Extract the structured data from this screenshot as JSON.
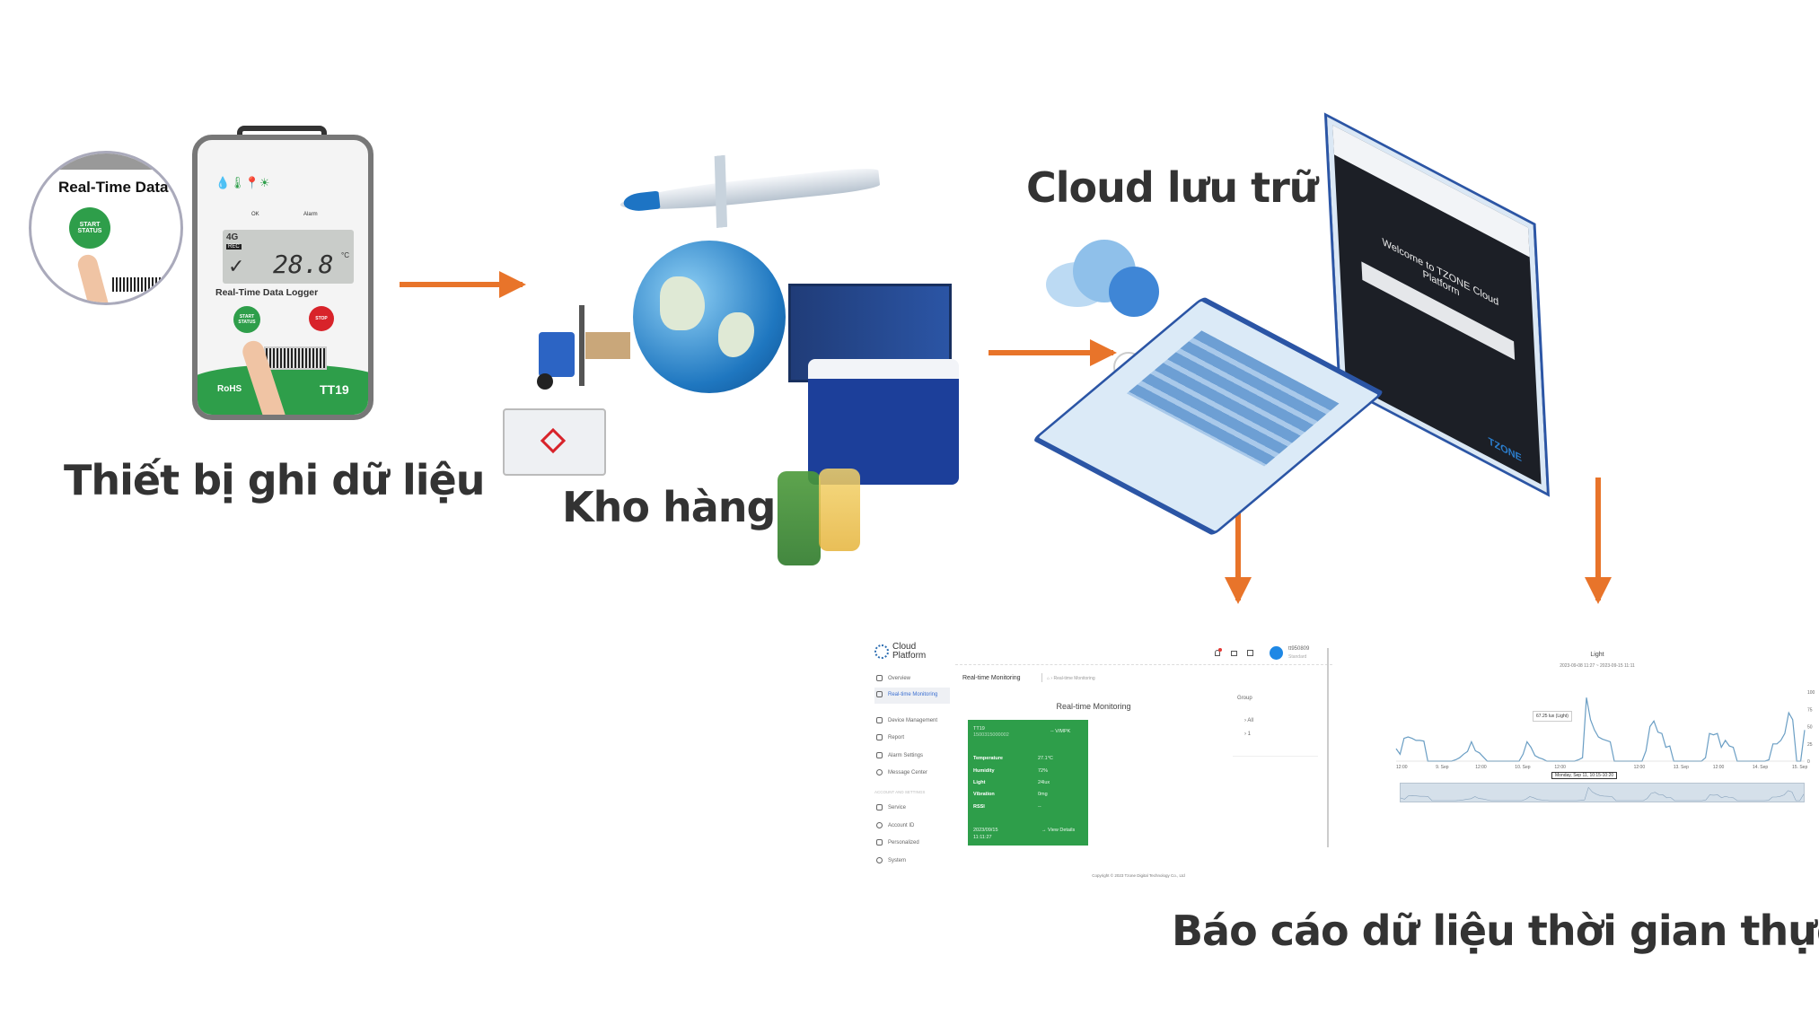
{
  "labels": {
    "device": "Thiết bị ghi dữ liệu",
    "warehouse": "Kho hàng",
    "cloud": "Cloud lưu trữ",
    "report": "Báo cáo dữ liệu thời gian thực"
  },
  "colors": {
    "arrow": "#e8742a",
    "green": "#2e9e4a",
    "series": "#6a9ec4"
  },
  "logger": {
    "bubble_text": "Real-Time Data",
    "start": "START STATUS",
    "ok": "OK",
    "alarm": "Alarm",
    "network": "4G",
    "rec": "REC",
    "temperature": "28.8",
    "unit": "°C",
    "name": "Real-Time Data Logger",
    "stop": "STOP",
    "rohs": "RoHS",
    "model": "TT19"
  },
  "laptop": {
    "welcome": "Welcome to TZONE Cloud Platform",
    "brand": "TZONE"
  },
  "dashboard": {
    "logo": "Cloud Platform",
    "user": "tt950809",
    "user_role": "Standard",
    "page_title": "Real-time Monitoring",
    "breadcrumb": "Real-time Monitoring",
    "main_title": "Real-time Monitoring",
    "section_label": "ACCOUNT AND SETTINGS",
    "sidebar": [
      {
        "label": "Overview"
      },
      {
        "label": "Real-time Monitoring"
      },
      {
        "label": "Device Management"
      },
      {
        "label": "Report"
      },
      {
        "label": "Alarm Settings"
      },
      {
        "label": "Message Center"
      },
      {
        "label": "Service"
      },
      {
        "label": "Account ID"
      },
      {
        "label": "Personalized"
      },
      {
        "label": "System"
      }
    ],
    "card": {
      "model": "TT19",
      "id": "1500315000002",
      "signal": "-- V/MPK",
      "rows": [
        {
          "k": "Temperature",
          "v": "27.1°C"
        },
        {
          "k": "Humidity",
          "v": "72%"
        },
        {
          "k": "Light",
          "v": "24lux"
        },
        {
          "k": "Vibration",
          "v": "0mg"
        },
        {
          "k": "RSSI",
          "v": "--"
        }
      ],
      "date": "2023/09/15",
      "time": "11:11:27",
      "view": "→ View Details"
    },
    "group": {
      "title": "Group",
      "items": [
        "All",
        "1"
      ]
    },
    "copyright": "Copyright © 2023 Tzone Digital Technology Co., Ltd"
  },
  "chart_data": {
    "type": "line",
    "title": "Light",
    "subtitle": "2023-09-08 11:27 ~ 2023-09-15 11:11",
    "ylim": [
      0,
      100
    ],
    "yticks": [
      "0",
      "25",
      "50",
      "75",
      "100"
    ],
    "xticks": [
      "12:00",
      "9. Sep",
      "12:00",
      "10. Sep",
      "12:00",
      "Sep",
      "12:00",
      "13. Sep",
      "12:00",
      "14. Sep",
      "15. Sep"
    ],
    "tooltip": "67.25 lux (Light)",
    "crosshair_label": "Monday, Sep 11, 10:15-10:20",
    "series": [
      {
        "name": "Light",
        "values": [
          18,
          10,
          33,
          35,
          33,
          30,
          30,
          29,
          0,
          0,
          0,
          0,
          0,
          0,
          0,
          2,
          5,
          10,
          14,
          28,
          15,
          12,
          6,
          0,
          0,
          0,
          0,
          0,
          0,
          0,
          0,
          0,
          10,
          28,
          20,
          8,
          5,
          3,
          0,
          0,
          0,
          0,
          0,
          0,
          0,
          0,
          2,
          5,
          92,
          60,
          45,
          35,
          32,
          30,
          28,
          0,
          0,
          0,
          0,
          0,
          0,
          0,
          0,
          15,
          50,
          58,
          42,
          40,
          20,
          22,
          0,
          0,
          0,
          0,
          0,
          0,
          0,
          0,
          5,
          40,
          38,
          40,
          20,
          30,
          22,
          20,
          0,
          0,
          0,
          0,
          0,
          0,
          0,
          0,
          2,
          25,
          25,
          30,
          40,
          70,
          60,
          0,
          0,
          45
        ]
      }
    ]
  }
}
